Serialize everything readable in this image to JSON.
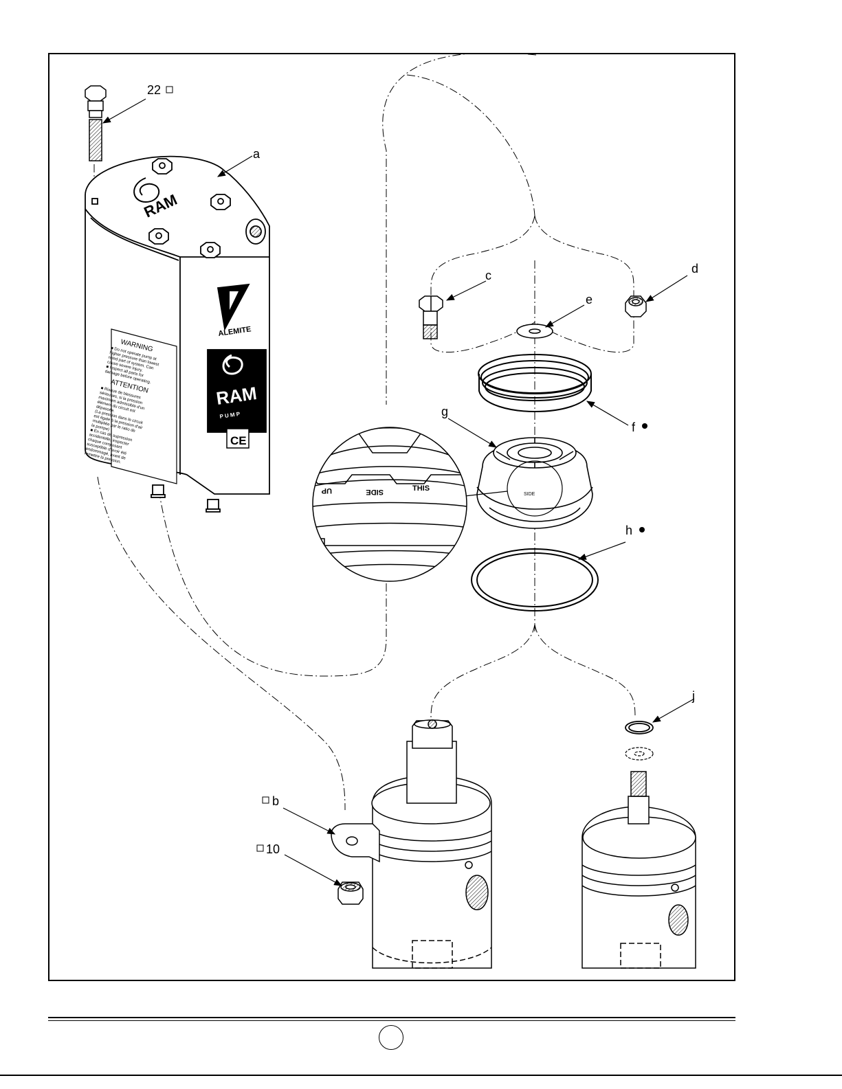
{
  "callouts": {
    "item_22": "22",
    "item_a": "a",
    "item_b": "b",
    "item_10": "10",
    "item_c": "c",
    "item_d": "d",
    "item_e": "e",
    "item_f": "f",
    "item_g": "g",
    "item_h": "h",
    "item_j": "j"
  },
  "pump_labels": {
    "ram_logo": "RAM",
    "brand": "ALEMITE",
    "ram_pump_big": "RAM",
    "ram_pump_sub": "P U M P",
    "ce_mark": "CE"
  },
  "warning_label": {
    "warning_title": "WARNING",
    "warning_line1": "■ Do not operate pump at",
    "warning_line2": "higher pressure than lowest",
    "warning_line3": "rated part of system. Can",
    "warning_line4": "cause severe injury.",
    "warning_line5": "■ Inspect all parts for",
    "warning_line6": "damage before operating.",
    "attention_title": "ATTENTION",
    "fr_line1": "■ Risque de blessures",
    "fr_line2": "sérieuses, si la pression",
    "fr_line3": "maximum admissible d'un",
    "fr_line4": "élément du circuit est",
    "fr_line5": "dépassée.",
    "fr_line6": "(La pression dans le circuit",
    "fr_line7": "est égale à la pression d'air",
    "fr_line8": "multipliée par le ratio de",
    "fr_line9": "la pompe)",
    "fr_line10": "■ En cas de supression",
    "fr_line11": "accidentelle, inspecter",
    "fr_line12": "chaque composant",
    "fr_line13": "susceptible d'avoir été",
    "fr_line14": "endommagé, avant de",
    "fr_line15": "remettre la pression."
  },
  "seal_text": {
    "this": "THIS",
    "side": "SIDE",
    "up": "UP"
  }
}
